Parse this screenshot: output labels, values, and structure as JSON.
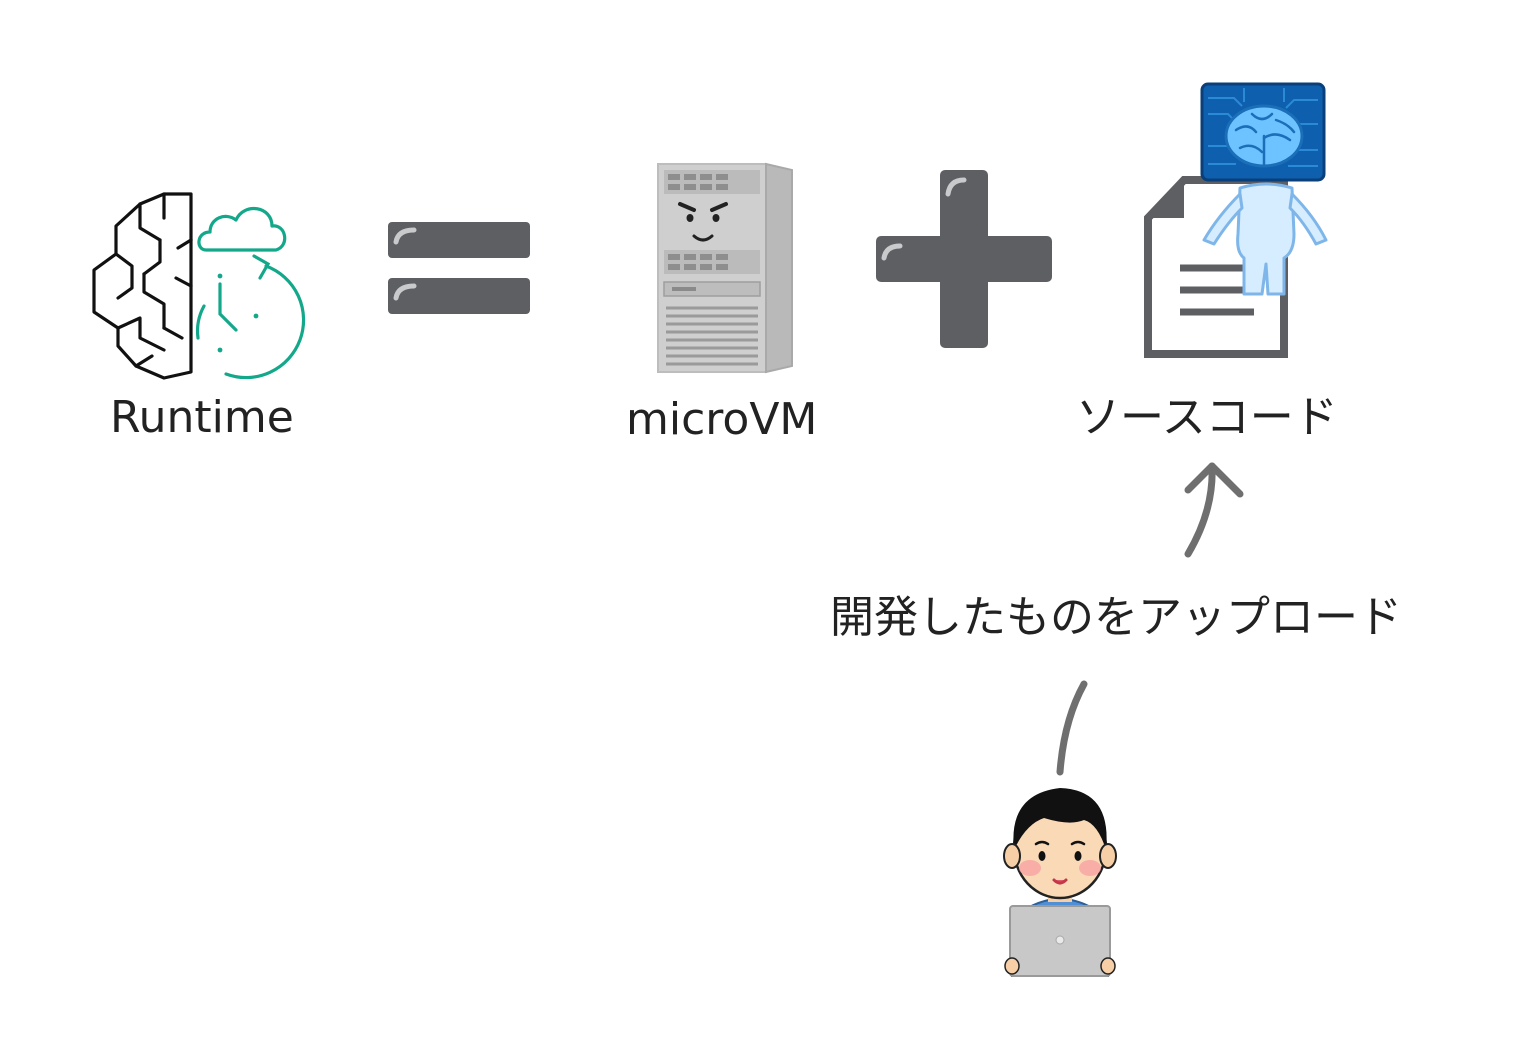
{
  "runtime": {
    "label": "Runtime",
    "icon": "runtime-brain-clock-icon",
    "accent": "#13a88a"
  },
  "equals": {
    "icon": "equals-icon",
    "color": "#5d5f63"
  },
  "microvm": {
    "label": "microVM",
    "icon": "server-tower-icon"
  },
  "plus": {
    "icon": "plus-icon",
    "color": "#5d5f63"
  },
  "source_code": {
    "label": "ソースコード",
    "icon": "document-ai-robot-icon"
  },
  "upload": {
    "label": "開発したものをアップロード",
    "arrow_color": "#6f6f6f"
  },
  "developer": {
    "icon": "developer-laptop-icon"
  }
}
